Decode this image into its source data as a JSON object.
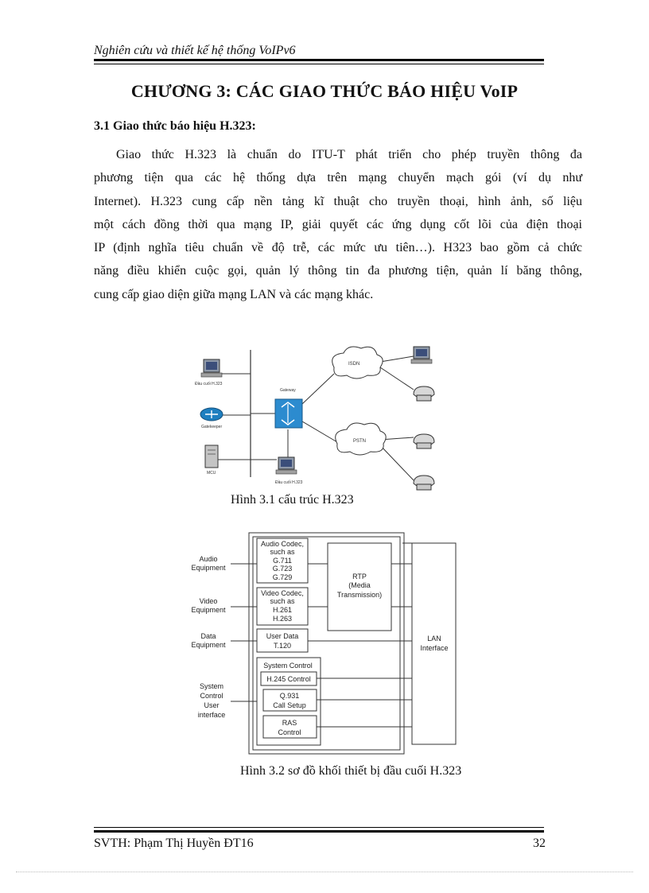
{
  "header": {
    "title": "Nghiên cứu và thiết kế hệ thống VoIPv6"
  },
  "chapter_title": "CHƯƠNG 3: CÁC GIAO THỨC BÁO HIỆU VoIP",
  "section_title": "3.1 Giao thức báo hiệu H.323:",
  "paragraph": {
    "lines": [
      "Giao thức H.323 là chuẩn do ITU-T phát triển cho phép truyền thông đa",
      "phương tiện qua các hệ thống dựa trên mạng chuyển mạch gói (ví dụ như",
      "Internet). H.323 cung cấp nền tảng kĩ thuật cho truyền thoại, hình ảnh, số liệu",
      "một cách đồng thời qua mạng IP, giải quyết các ứng dụng cốt lõi của điện thoại",
      "IP (định nghĩa tiêu chuẩn về độ trễ, các mức ưu tiên…). H323 bao gồm cả chức",
      "năng điều khiển cuộc gọi, quản lý thông tin đa phương tiện, quản lí băng thông,",
      "cung cấp giao diện giữa mạng LAN và các mạng khác."
    ]
  },
  "figure1": {
    "caption": "Hình 3.1 cấu trúc H.323",
    "labels": {
      "terminal1": "Đầu cuối H.323",
      "gatekeeper": "Gatekeeper",
      "mcu": "MCU",
      "gateway": "Gateway",
      "terminal2": "Đầu cuối H.323",
      "isdn": "ISDN",
      "pstn": "PSTN"
    }
  },
  "figure2": {
    "caption": "Hình 3.2 sơ đồ khối thiết bị đầu cuối H.323",
    "left": {
      "audio_1": "Audio",
      "audio_2": "Equipment",
      "video_1": "Video",
      "video_2": "Equipment",
      "data_1": "Data",
      "data_2": "Equipment",
      "sys_1": "System",
      "sys_2": "Control",
      "sys_3": "User",
      "sys_4": "interface"
    },
    "audio_codec": {
      "l1": "Audio Codec,",
      "l2": "such as",
      "l3": "G.711",
      "l4": "G.723",
      "l5": "G.729"
    },
    "video_codec": {
      "l1": "Video Codec,",
      "l2": "such as",
      "l3": "H.261",
      "l4": "H.263"
    },
    "user_data": {
      "l1": "User Data",
      "l2": "T.120"
    },
    "system_control": "System Control",
    "h245": "H.245 Control",
    "q931": {
      "l1": "Q.931",
      "l2": "Call Setup"
    },
    "ras": {
      "l1": "RAS",
      "l2": "Control"
    },
    "rtp": {
      "l1": "RTP",
      "l2": "(Media",
      "l3": "Transmission)"
    },
    "lan": {
      "l1": "LAN",
      "l2": "Interface"
    }
  },
  "footer": {
    "author": "SVTH: Phạm Thị Huyền ĐT16",
    "page_number": "32"
  }
}
